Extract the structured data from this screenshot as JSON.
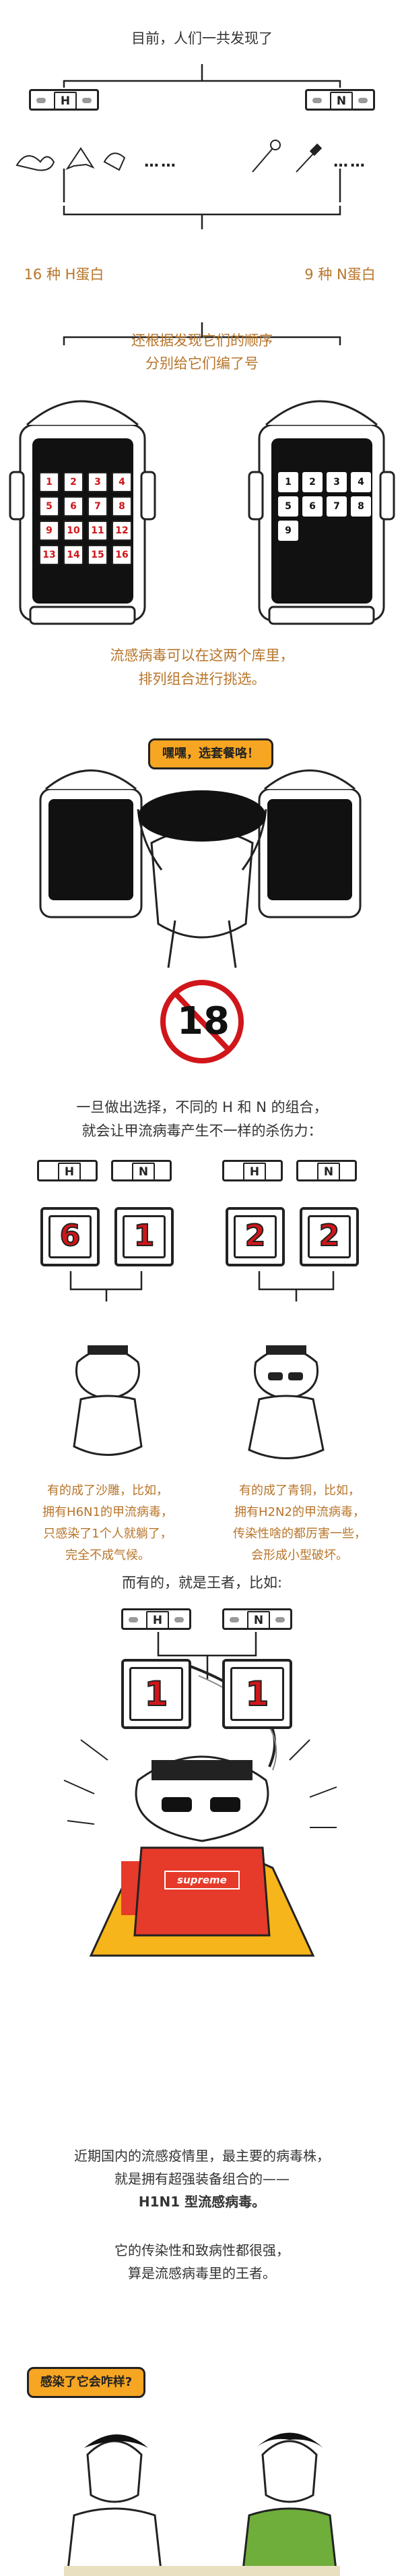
{
  "section1": {
    "intro": "目前，人们一共发现了",
    "h_letter": "H",
    "n_letter": "N",
    "ellipsis": "……",
    "h_count": "16 种 H蛋白",
    "n_count": "9 种 N蛋白",
    "numbering_line1": "还根据发现它们的顺序",
    "numbering_line2": "分别给它们编了号",
    "h_numbers": [
      "1",
      "2",
      "3",
      "4",
      "5",
      "6",
      "7",
      "8",
      "9",
      "10",
      "11",
      "12",
      "13",
      "14",
      "15",
      "16"
    ],
    "n_numbers": [
      "1",
      "2",
      "3",
      "4",
      "5",
      "6",
      "7",
      "8",
      "9"
    ]
  },
  "section2": {
    "line1": "流感病毒可以在这两个库里，",
    "line2": "排列组合进行挑选。",
    "bubble": "嘿嘿，选套餐咯！",
    "sign": "18"
  },
  "section3": {
    "line1": "一旦做出选择，不同的 H 和 N 的组合，",
    "line2": "就会让甲流病毒产生不一样的杀伤力：",
    "left_h": "6",
    "left_n": "1",
    "right_h": "2",
    "right_n": "2",
    "left_desc": [
      "有的成了沙雕，比如，",
      "拥有H6N1的甲流病毒，",
      "只感染了1个人就躺了，",
      "完全不成气候。"
    ],
    "right_desc": [
      "有的成了青铜，比如，",
      "拥有H2N2的甲流病毒，",
      "传染性啥的都厉害一些，",
      "会形成小型破坏。"
    ]
  },
  "section4": {
    "intro": "而有的，就是王者，比如:",
    "h": "1",
    "n": "1",
    "shirt": "supreme"
  },
  "section5": {
    "line1": "近期国内的流感疫情里，最主要的病毒株，",
    "line2": "就是拥有超强装备组合的——",
    "line3": "H1N1 型流感病毒。",
    "line4": "它的传染性和致病性都很强，",
    "line5": "算是流感病毒里的王者。",
    "bubble": "感染了它会咋样?"
  },
  "colors": {
    "orange_text": "#b8752a",
    "red_number": "#d0161a",
    "bubble": "#f6a623"
  }
}
